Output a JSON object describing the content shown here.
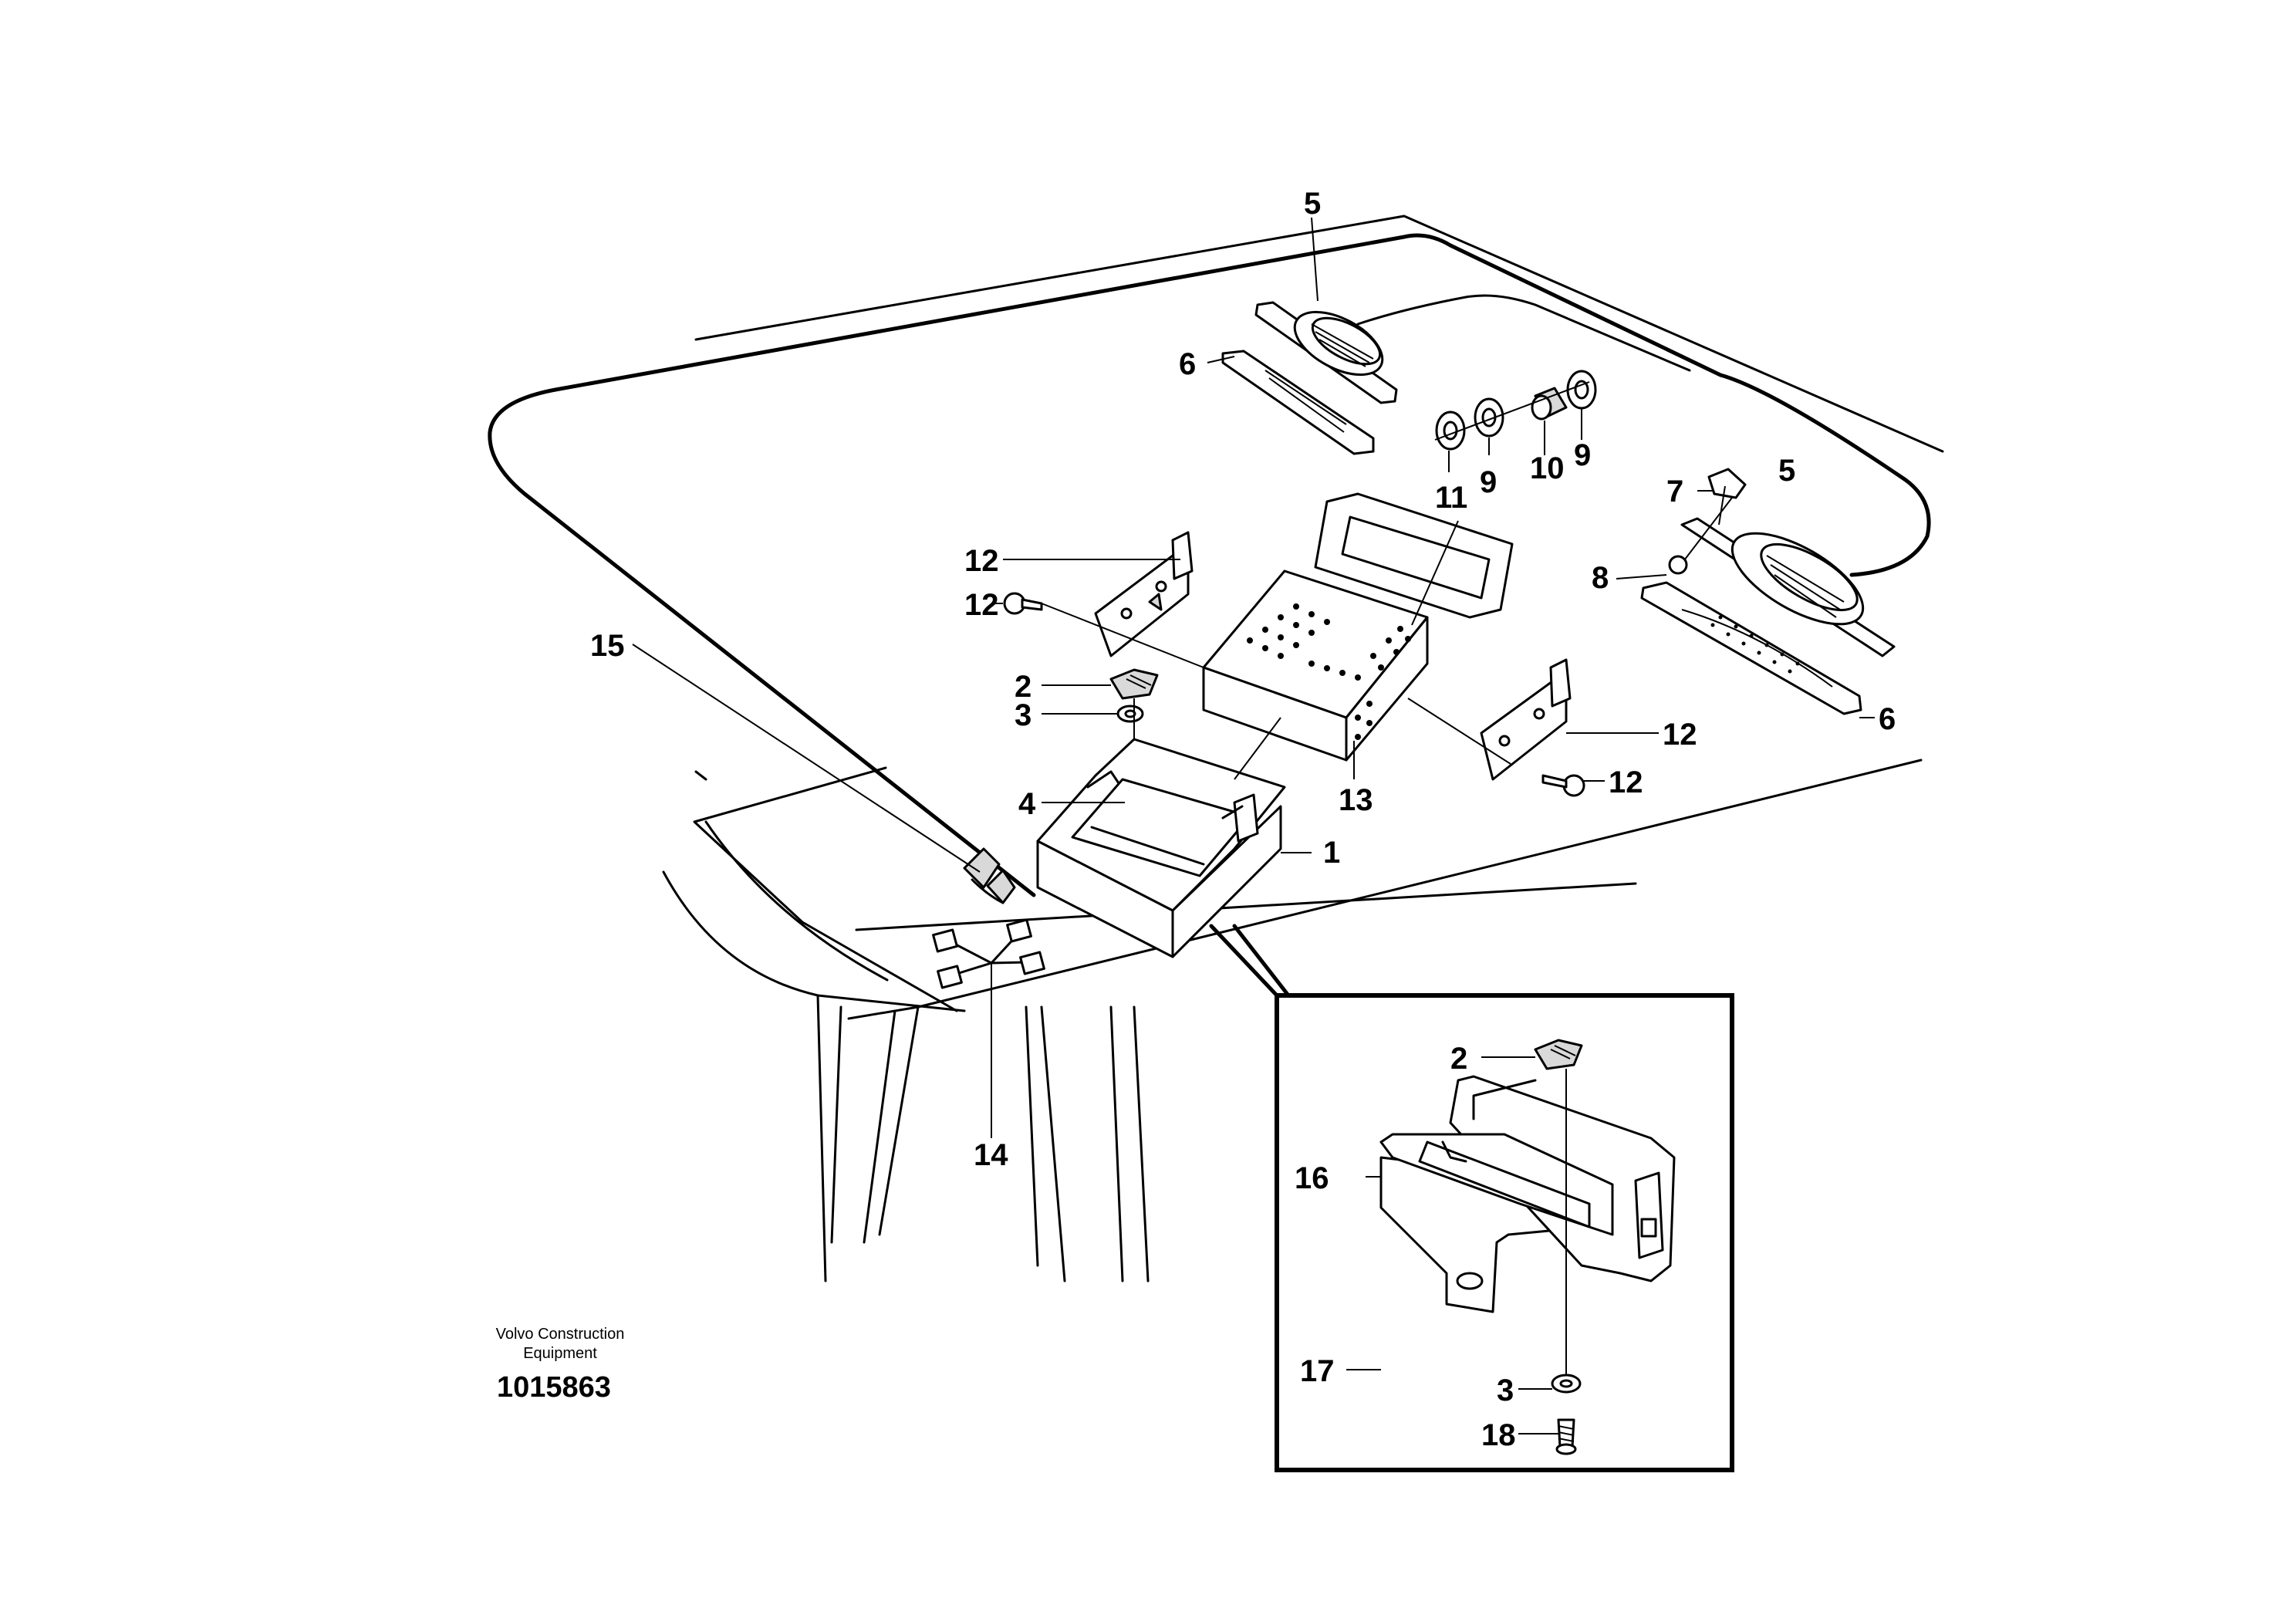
{
  "callouts": {
    "c1": "1",
    "c2": "2",
    "c3": "3",
    "c4": "4",
    "c5a": "5",
    "c5b": "5",
    "c6a": "6",
    "c6b": "6",
    "c7": "7",
    "c8": "8",
    "c9a": "9",
    "c9b": "9",
    "c10": "10",
    "c11": "11",
    "c12a": "12",
    "c12b": "12",
    "c12c": "12",
    "c12d": "12",
    "c13": "13",
    "c14": "14",
    "c15": "15",
    "d2": "2",
    "d3": "3",
    "d16": "16",
    "d17": "17",
    "d18": "18"
  },
  "caption": {
    "company_line1": "Volvo Construction",
    "company_line2": "Equipment",
    "figure_number": "1015863"
  }
}
